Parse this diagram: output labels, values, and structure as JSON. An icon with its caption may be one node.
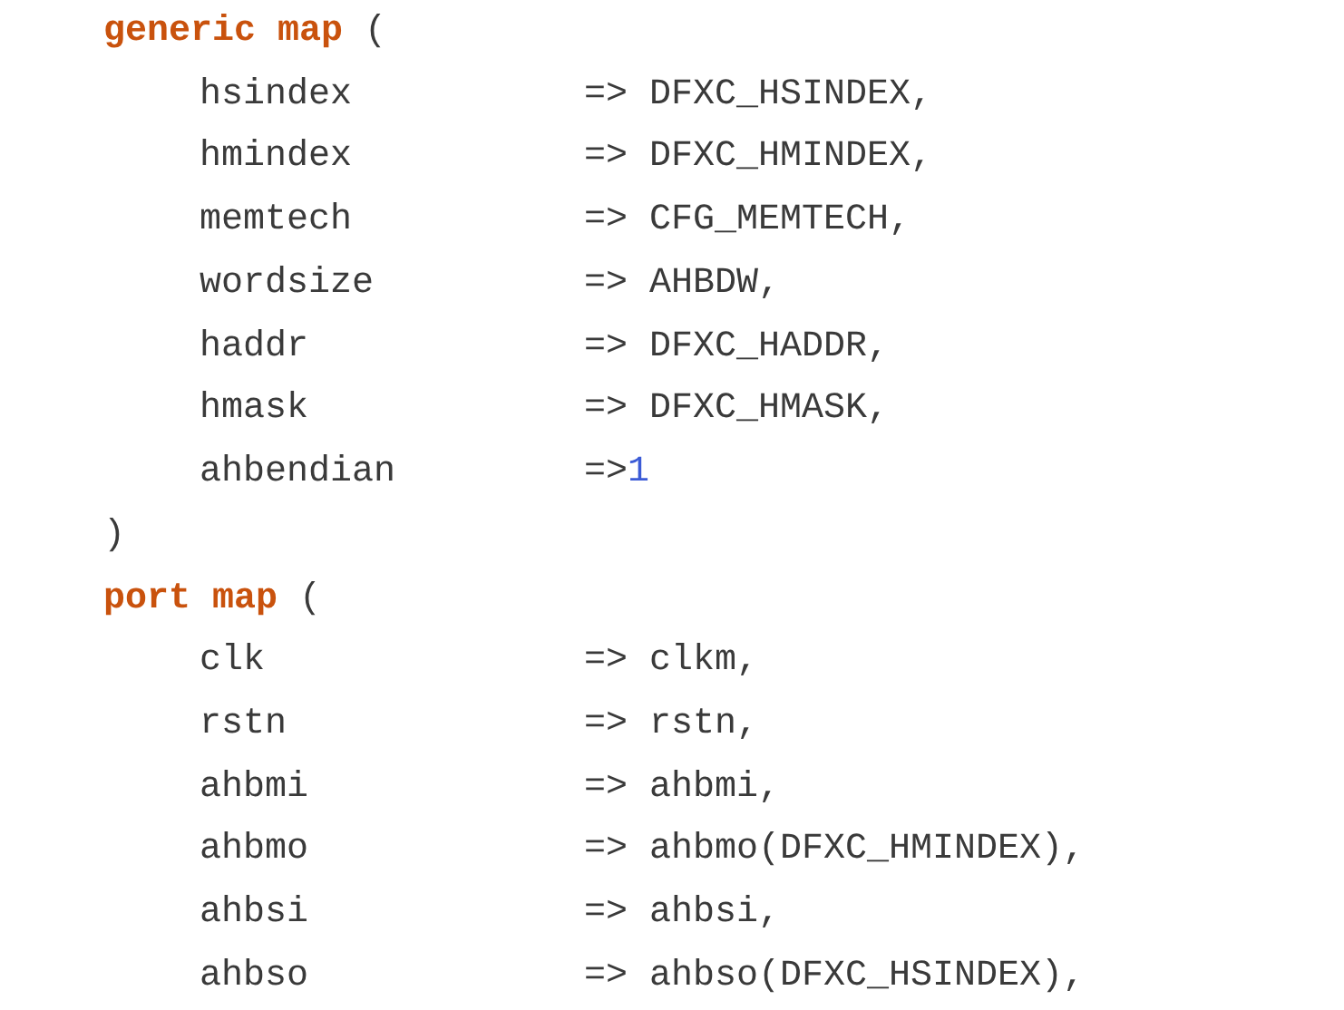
{
  "diagram": {
    "labels": [
      "**generic map** (",
      "hsindex",
      "=> DFXC_HSINDEX,",
      "hmindex",
      "=> DFXC_HMINDEX,",
      "memtech",
      "=> CFG_MEMTECH,",
      "wordsize",
      "=> AHBDW,",
      "haddr",
      "=> DFXC_HADDR,",
      "hmask",
      "=> DFXC_HMASK,",
      "ahbendian",
      "=>1",
      ")",
      "**port map** (",
      "clk",
      "=> clkm,",
      "rstn",
      "=> rstn,",
      "ahbmi",
      "=> ahbmi,",
      "ahbmo",
      "=> ahbmo(DFXC_HMINDEX),",
      "ahbsi",
      "=> ahbsi,",
      "ahbso",
      "=> ahbso(DFXC_HSINDEX),"
    ]
  }
}
